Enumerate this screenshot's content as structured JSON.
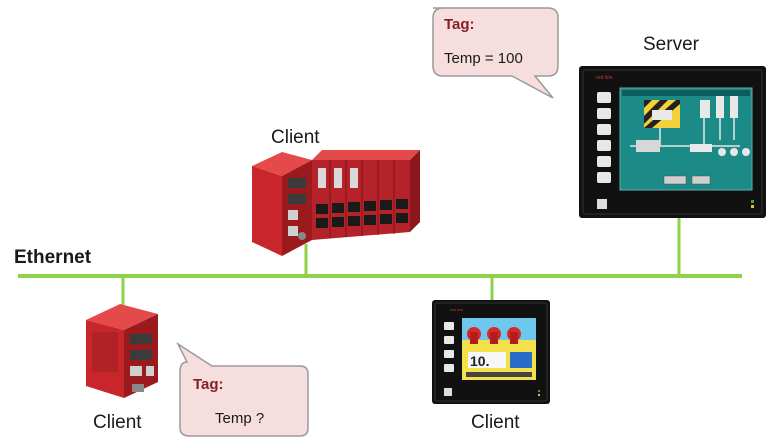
{
  "network": {
    "label": "Ethernet"
  },
  "devices": {
    "server": {
      "label": "Server"
    },
    "client_top": {
      "label": "Client"
    },
    "client_bottom_left": {
      "label": "Client"
    },
    "client_bottom_center": {
      "label": "Client"
    }
  },
  "callouts": {
    "server_tag": {
      "title": "Tag:",
      "value": "Temp = 100"
    },
    "client_tag": {
      "title": "Tag:",
      "value": "Temp ?"
    }
  },
  "colors": {
    "ethernet_line": "#8ed24a",
    "callout_fill": "#f6dede",
    "callout_stroke": "#9a9a9a",
    "device_red": "#c8262a",
    "panel_black": "#111111",
    "screen_teal": "#1c8a86"
  }
}
